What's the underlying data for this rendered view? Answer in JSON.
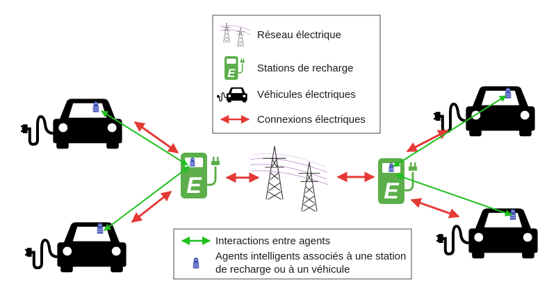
{
  "legend_top": {
    "items": [
      {
        "icon": "power-grid-icon",
        "label": "Réseau électrique"
      },
      {
        "icon": "charging-station-icon",
        "label": "Stations de recharge"
      },
      {
        "icon": "electric-car-icon",
        "label": "Véhicules électriques"
      },
      {
        "icon": "red-double-arrow-icon",
        "label": "Connexions électriques"
      }
    ]
  },
  "legend_bottom": {
    "items": [
      {
        "icon": "green-double-arrow-icon",
        "label": "Interactions entre agents"
      },
      {
        "icon": "agent-icon",
        "line1": "Agents intelligents associés à une station",
        "line2": "de recharge ou à un véhicule"
      }
    ]
  },
  "station_letter": "E",
  "colors": {
    "station_green": "#5cae4a",
    "electric_red": "#e53935",
    "interaction_green": "#1fbf1f",
    "agent_blue": "#3d4fa8",
    "car_black": "#000000"
  }
}
